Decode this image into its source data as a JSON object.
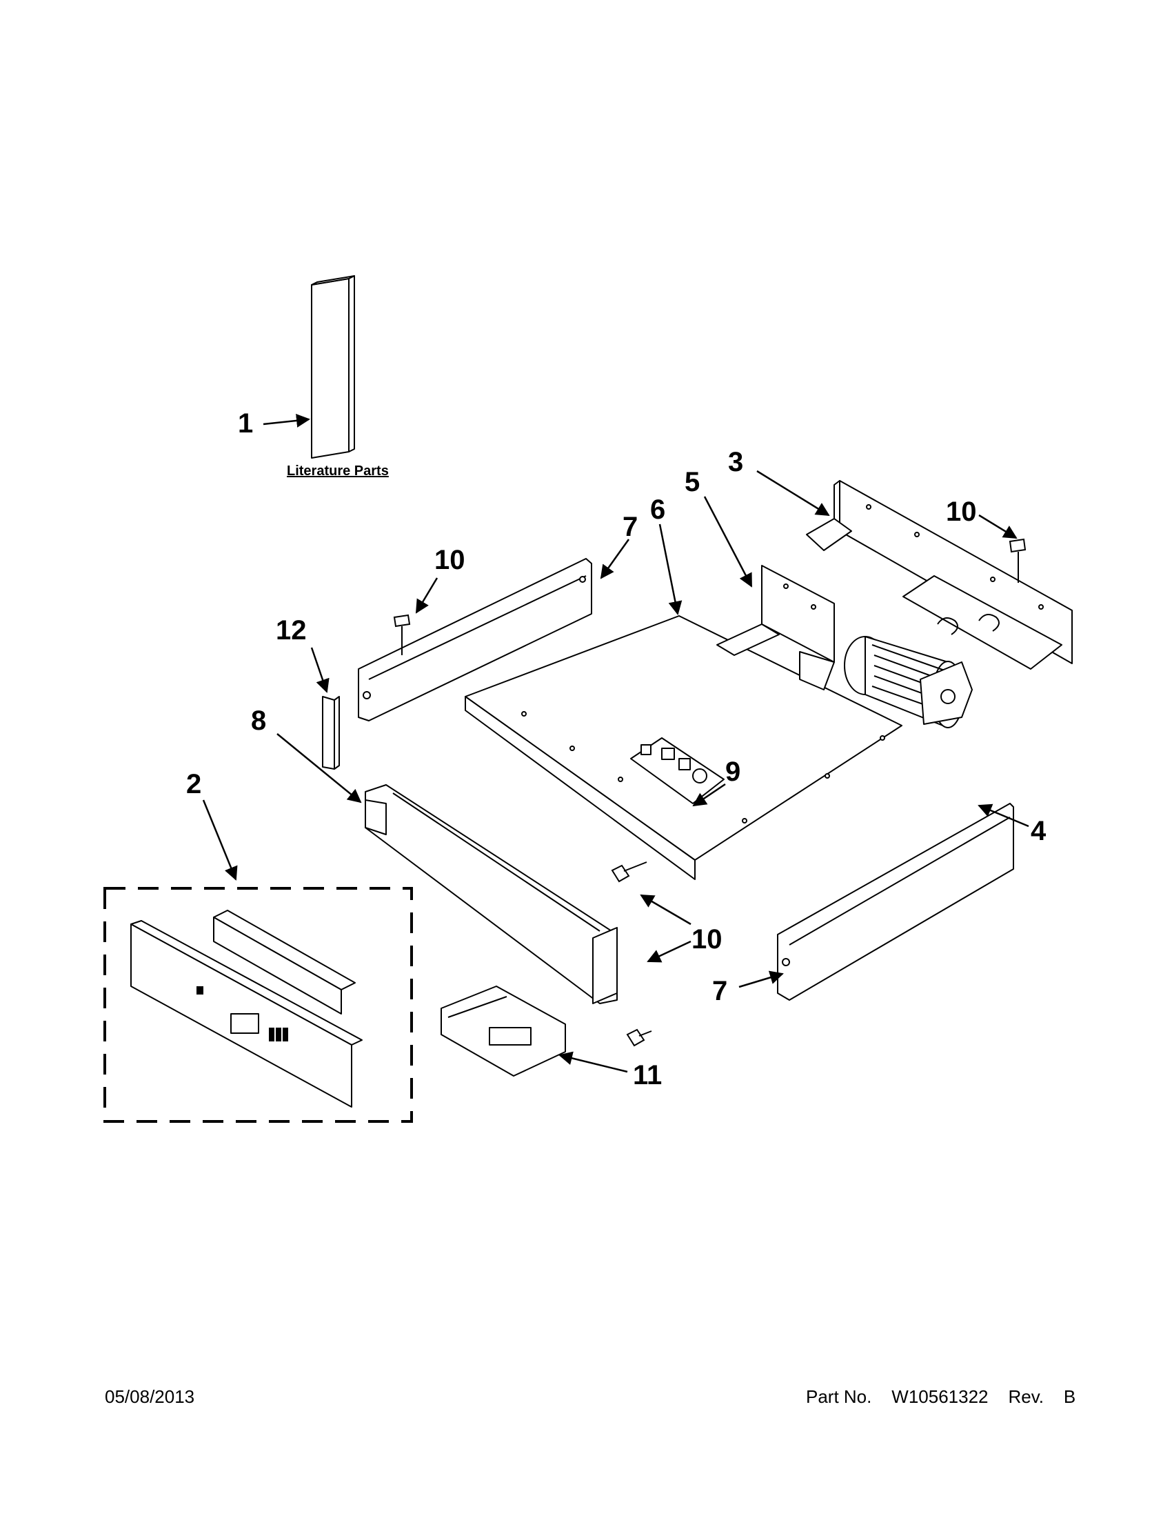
{
  "callouts": {
    "c1": "1",
    "c2": "2",
    "c3": "3",
    "c4": "4",
    "c5": "5",
    "c6": "6",
    "c7a": "7",
    "c7b": "7",
    "c8": "8",
    "c9": "9",
    "c10a": "10",
    "c10b": "10",
    "c10c": "10",
    "c11": "11",
    "c12": "12"
  },
  "literature_label": "Literature Parts",
  "footer": {
    "date": "05/08/2013",
    "part_label": "Part No.",
    "part_number": "W10561322",
    "rev_label": "Rev.",
    "rev": "B"
  }
}
